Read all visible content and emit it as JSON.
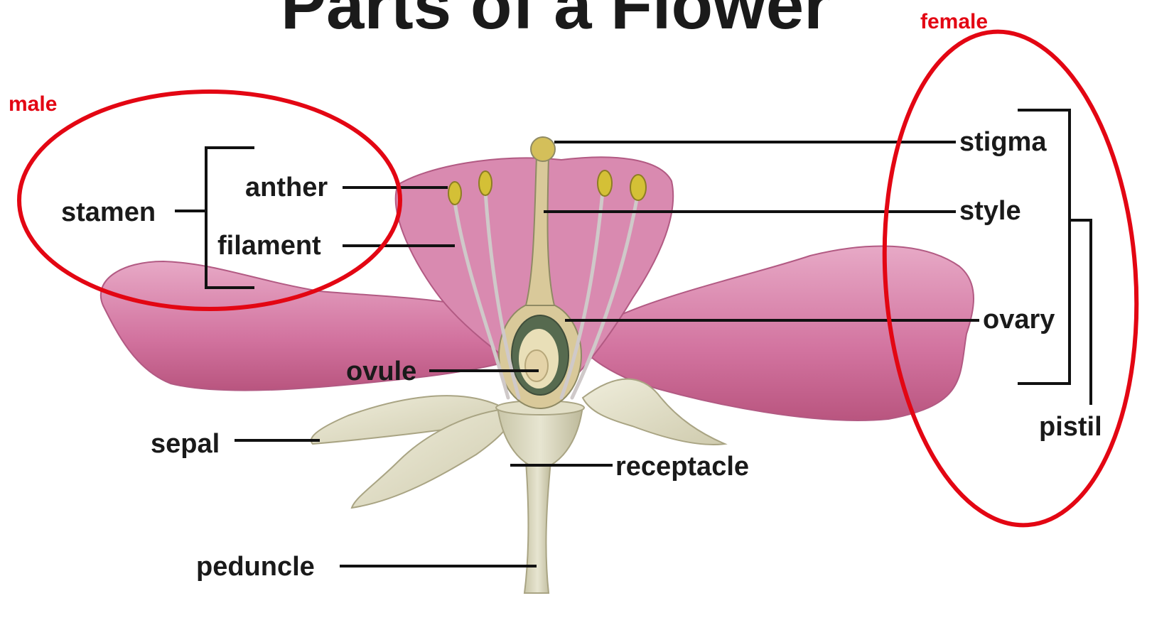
{
  "title": "Parts of a Flower",
  "groups": {
    "male": "male",
    "female": "female"
  },
  "labels": {
    "stamen": "stamen",
    "anther": "anther",
    "filament": "filament",
    "ovule": "ovule",
    "sepal": "sepal",
    "peduncle": "peduncle",
    "receptacle": "receptacle",
    "stigma": "stigma",
    "style": "style",
    "ovary": "ovary",
    "pistil": "pistil"
  },
  "colors": {
    "highlight": "#e30613",
    "petal": "#d67aa3",
    "sepal": "#ddd9bf",
    "pistil": "#d9c99a",
    "anther": "#d4c036"
  }
}
